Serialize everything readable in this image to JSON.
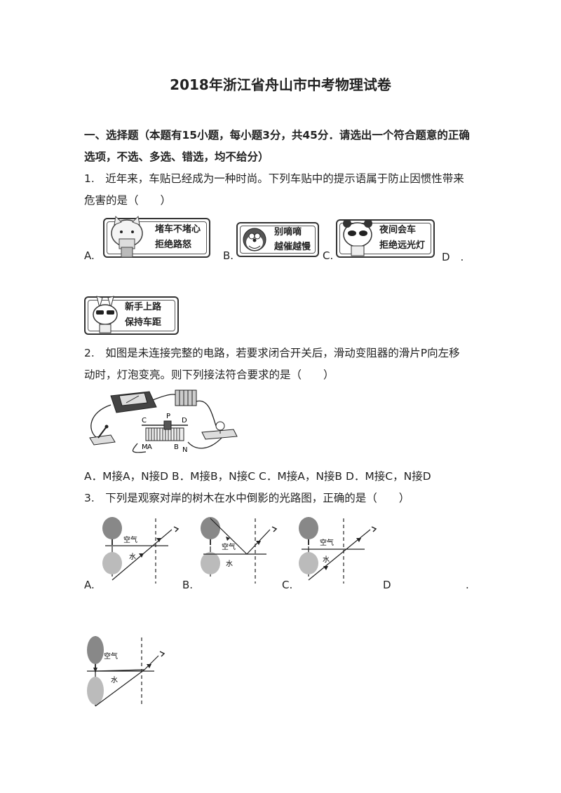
{
  "title": "2018年浙江省舟山市中考物理试卷",
  "section": {
    "line1": "一、选择题（本题有15小题，每小题3分，共45分．请选出一个符合题意的正确",
    "line2": "选项，不选、多选、错选，均不给分）"
  },
  "q1": {
    "line1": "1.　近年来，车贴已经成为一种时尚。下列车贴中的提示语属于防止因惯性带来",
    "line2": "危害的是（　　）",
    "labels": [
      "A.",
      "B.",
      "C.",
      "D　."
    ],
    "stickers": [
      {
        "l1": "堵车不堵心",
        "l2": "拒绝路怒"
      },
      {
        "l1": "别嘀嘀",
        "l2": "越催越慢"
      },
      {
        "l1": "夜间会车",
        "l2": "拒绝远光灯"
      },
      {
        "l1": "新手上路",
        "l2": "保持车距"
      }
    ]
  },
  "q2": {
    "line1": "2.　如图是未连接完整的电路，若要求闭合开关后，滑动变阻器的滑片P向左移",
    "line2": "动时，灯泡变亮。则下列接法符合要求的是（　　）",
    "circuit_labels": {
      "c": "C",
      "p": "P",
      "d": "D",
      "a": "A",
      "b": "B",
      "m": "M",
      "n": "N"
    },
    "options": "A．M接A，N接D  B．M接B，N接C  C．M接A，N接B  D．M接C，N接D"
  },
  "q3": {
    "line1": "3.　下列是观察对岸的树木在水中倒影的光路图，正确的是（　　）",
    "labels": [
      "A.",
      "B.",
      "C.",
      "D",
      "."
    ],
    "air": "空气",
    "water": "水"
  }
}
